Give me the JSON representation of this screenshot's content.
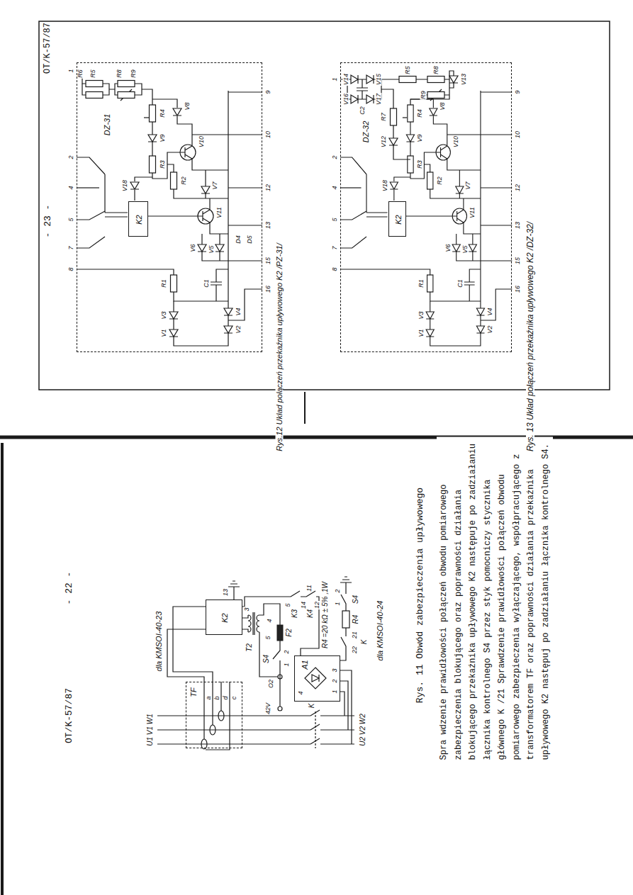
{
  "diagram": {
    "nodes": [
      {
        "text": [
          "TF"
        ]
      },
      {
        "text": [
          "K2"
        ]
      },
      {
        "text": [
          "A1"
        ]
      },
      {
        "text": [
          "DZ-31"
        ]
      },
      {
        "text": [
          "K2"
        ],
        "in": 3
      },
      {
        "text": [
          "DZ-32"
        ]
      },
      {
        "text": [
          "K2"
        ],
        "in": 5
      }
    ],
    "labels": [
      "- 22 -",
      "OT/K-57/87",
      "dla KMSOI-40-23",
      "U1 V1 W1",
      "a",
      "b",
      "d",
      "c",
      "42V",
      "O2",
      "S4",
      "2",
      "1",
      "F2",
      "T2",
      "3",
      "4",
      "5",
      "1",
      "8",
      "13",
      "16",
      "15",
      "10",
      "5",
      "K3",
      "14",
      "K4",
      "11",
      "12",
      "4",
      "1",
      "2",
      "3",
      "K",
      "U2 V2 W2",
      "R4 =20 kΩ ± 5% ,1W",
      "dla KMSOI-40-24",
      "S4",
      "1",
      "2",
      "R4",
      "K",
      "21",
      "22",
      "Rys. 11 Obwód zabezpieczenia upływowego",
      "Spra wdzenie prawidłowości połączeń obwodu pomiarowego zabezpieczenia blokującego oraz poprawności działania blokującego przekaźnika upływowego K2 następuje po zadziałaniu łącznika kontrolnego S4 przez styk pomocniczy stycznika głównego K /21 Sprawdzenie prawidłowości połączeń obwodu pomiarowego zabezpieczenia wyłączającego, współpracującego z transformatorem TF oraz poprawności działania przekaźnika upływowego K2 następuj po zadziałaniu łącznika kontrolnego S4.",
      "- 23 -",
      "OT/K-57/87",
      "1",
      "2",
      "4",
      "5",
      "7",
      "8",
      "9",
      "10",
      "12",
      "13",
      "15",
      "16",
      "R6",
      "R5",
      "R8",
      "R9",
      "R4",
      "V8",
      "V9",
      "R3",
      "V10",
      "R2",
      "V18",
      "V7",
      "V11",
      "V6",
      "V5",
      "D4",
      "D5",
      "R1",
      "C1",
      "V3",
      "V1",
      "V4",
      "V2",
      "Rys.12 Układ połączeń przekaźnika upływowego K2 /PZ-31/",
      "1",
      "2",
      "4",
      "5",
      "7",
      "8",
      "9",
      "10",
      "12",
      "13",
      "15",
      "16",
      "V14",
      "V15",
      "V16",
      "V17",
      "C2",
      "R5",
      "R8",
      "R9",
      "V13",
      "R7",
      "V12",
      "R4",
      "V8",
      "V9",
      "R3",
      "V10",
      "R2",
      "V18",
      "V7",
      "V11",
      "V6",
      "V5",
      "R1",
      "C1",
      "V3",
      "V1",
      "V4",
      "V2",
      "Rys. 13 Układ połączeń przekaźnika upływowego K2 /DZ-32/"
    ]
  }
}
